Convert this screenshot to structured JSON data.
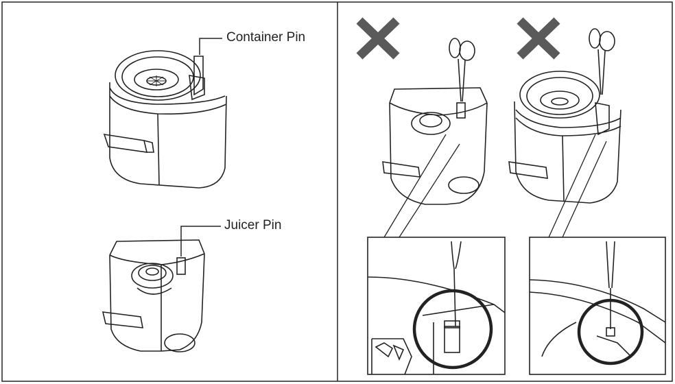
{
  "labels": {
    "container_pin": "Container Pin",
    "juicer_pin": "Juicer Pin"
  },
  "marks": {
    "incorrect_symbol": "x-mark"
  },
  "colors": {
    "line": "#222222",
    "x_mark": "#5a5a5a",
    "background": "#ffffff"
  }
}
